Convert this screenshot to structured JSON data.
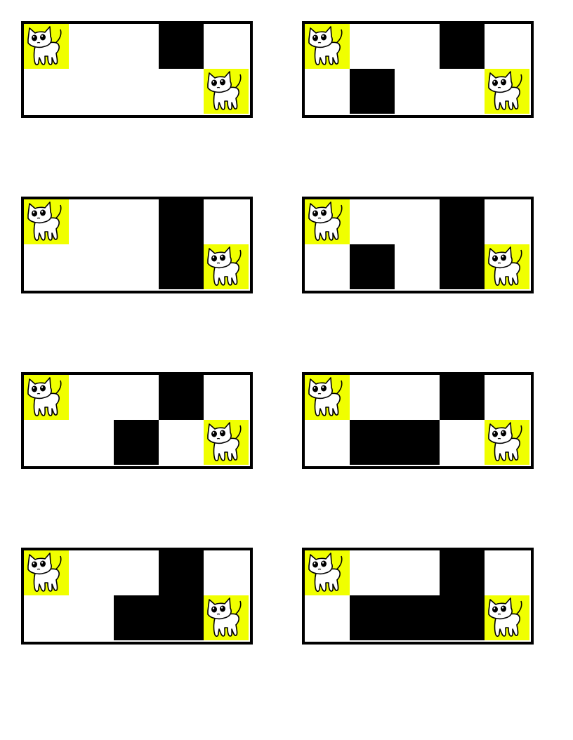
{
  "colors": {
    "wall": "#000000",
    "open": "#ffffff",
    "cat_tile": "#f0ff00",
    "border": "#000000"
  },
  "icons": {
    "cat": "cat-icon"
  },
  "grid": {
    "rows": 2,
    "cols": 5
  },
  "puzzles": [
    {
      "start": [
        0,
        0
      ],
      "goal": [
        1,
        4
      ],
      "walls": [
        [
          0,
          3
        ]
      ]
    },
    {
      "start": [
        0,
        0
      ],
      "goal": [
        1,
        4
      ],
      "walls": [
        [
          0,
          3
        ],
        [
          1,
          1
        ]
      ]
    },
    {
      "start": [
        0,
        0
      ],
      "goal": [
        1,
        4
      ],
      "walls": [
        [
          0,
          3
        ],
        [
          1,
          3
        ]
      ]
    },
    {
      "start": [
        0,
        0
      ],
      "goal": [
        1,
        4
      ],
      "walls": [
        [
          0,
          3
        ],
        [
          1,
          3
        ],
        [
          1,
          1
        ]
      ]
    },
    {
      "start": [
        0,
        0
      ],
      "goal": [
        1,
        4
      ],
      "walls": [
        [
          0,
          3
        ],
        [
          1,
          2
        ]
      ]
    },
    {
      "start": [
        0,
        0
      ],
      "goal": [
        1,
        4
      ],
      "walls": [
        [
          0,
          3
        ],
        [
          1,
          1
        ],
        [
          1,
          2
        ]
      ]
    },
    {
      "start": [
        0,
        0
      ],
      "goal": [
        1,
        4
      ],
      "walls": [
        [
          0,
          3
        ],
        [
          1,
          2
        ],
        [
          1,
          3
        ]
      ]
    },
    {
      "start": [
        0,
        0
      ],
      "goal": [
        1,
        4
      ],
      "walls": [
        [
          0,
          3
        ],
        [
          1,
          1
        ],
        [
          1,
          2
        ],
        [
          1,
          3
        ]
      ]
    }
  ]
}
